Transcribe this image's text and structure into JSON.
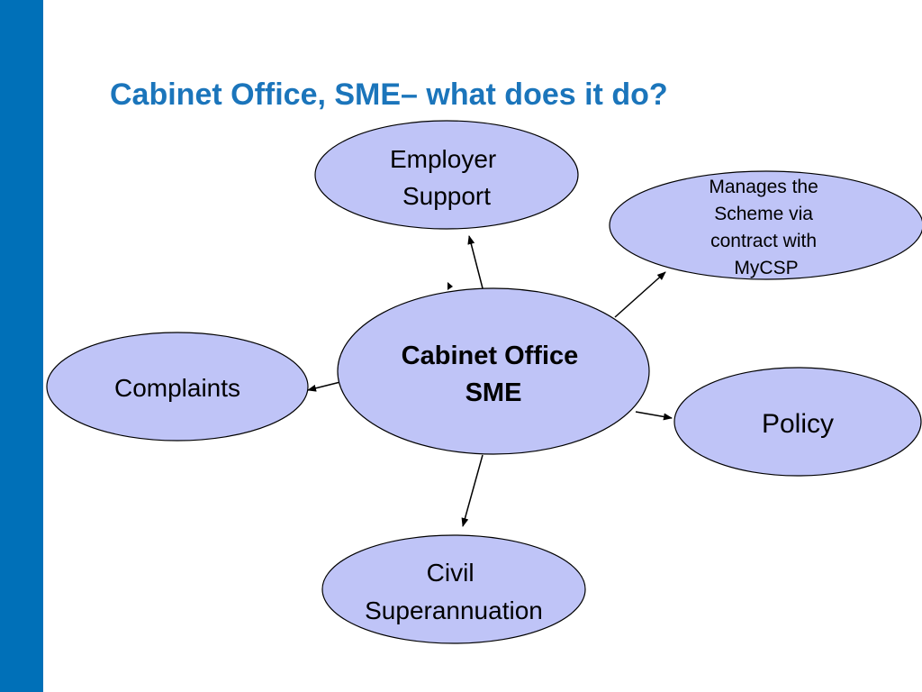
{
  "slide": {
    "title": "Cabinet Office, SME– what does it do?",
    "accent_color": "#0070b8",
    "title_color": "#1b75bb",
    "node_fill": "#bfc4f7"
  },
  "nodes": {
    "center": {
      "lines": [
        "Cabinet Office",
        "SME"
      ]
    },
    "employer_support": {
      "lines": [
        "Employer",
        "Support"
      ]
    },
    "manages_scheme": {
      "lines": [
        "Manages the",
        "Scheme via",
        "contract with",
        "MyCSP"
      ]
    },
    "complaints": {
      "lines": [
        "Complaints"
      ]
    },
    "policy": {
      "lines": [
        "Policy"
      ]
    },
    "civil_superannuation": {
      "lines": [
        "Civil",
        "Superannuation"
      ]
    }
  }
}
